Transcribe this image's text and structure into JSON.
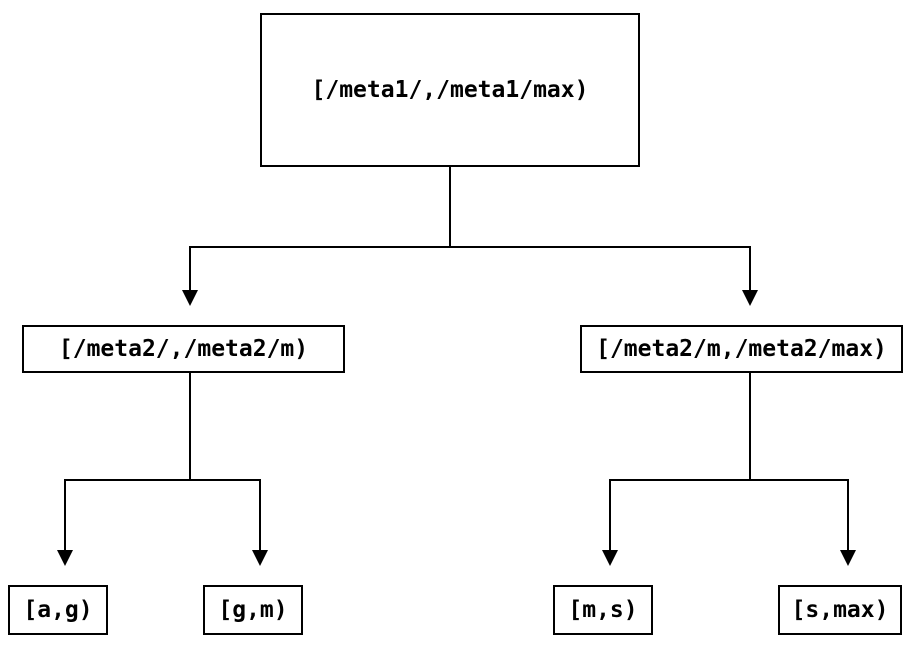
{
  "tree": {
    "root": {
      "label": "[/meta1/,/meta1/max)"
    },
    "level2": [
      {
        "label": "[/meta2/,/meta2/m)"
      },
      {
        "label": "[/meta2/m,/meta2/max)"
      }
    ],
    "leaves": [
      {
        "label": "[a,g)"
      },
      {
        "label": "[g,m)"
      },
      {
        "label": "[m,s)"
      },
      {
        "label": "[s,max)"
      }
    ]
  }
}
